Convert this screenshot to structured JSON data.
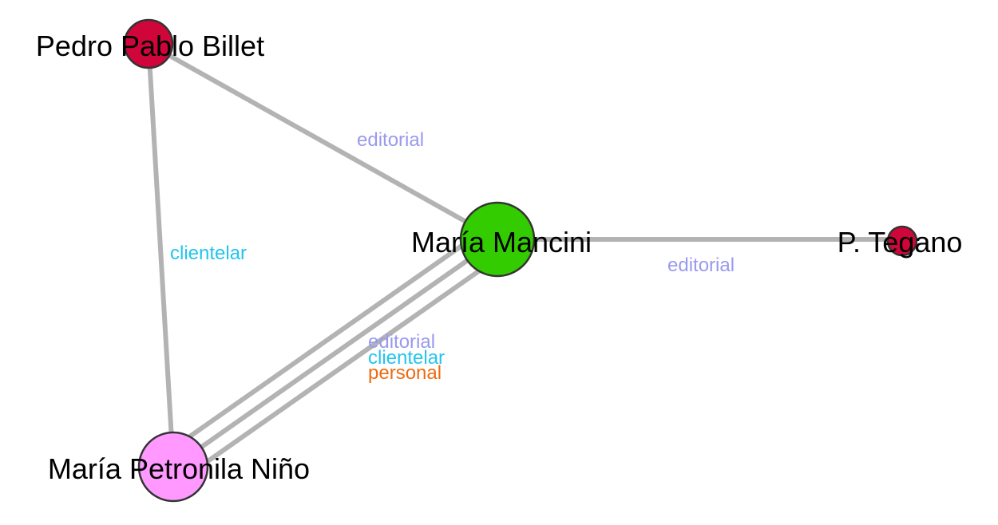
{
  "colors": {
    "node_red": "#d0063a",
    "node_green": "#33cc00",
    "node_pink": "#ff99ff",
    "edge": "#b3b3b3",
    "editorial": "#9999ee",
    "clientelar": "#22c4ee",
    "personal": "#ee6a11"
  },
  "nodes": [
    {
      "id": "pedro",
      "label": "Pedro Pablo Billet"
    },
    {
      "id": "mancini",
      "label": "María Mancini"
    },
    {
      "id": "tegano",
      "label": "P. Tegano"
    },
    {
      "id": "petronila",
      "label": "María Petronila Niño"
    }
  ],
  "edges": [
    {
      "source": "pedro",
      "target": "mancini",
      "label": "editorial"
    },
    {
      "source": "pedro",
      "target": "petronila",
      "label": "clientelar"
    },
    {
      "source": "mancini",
      "target": "tegano",
      "label": "editorial"
    },
    {
      "source": "mancini",
      "target": "petronila",
      "label": "editorial"
    },
    {
      "source": "mancini",
      "target": "petronila",
      "label": "clientelar"
    },
    {
      "source": "mancini",
      "target": "petronila",
      "label": "personal"
    }
  ]
}
